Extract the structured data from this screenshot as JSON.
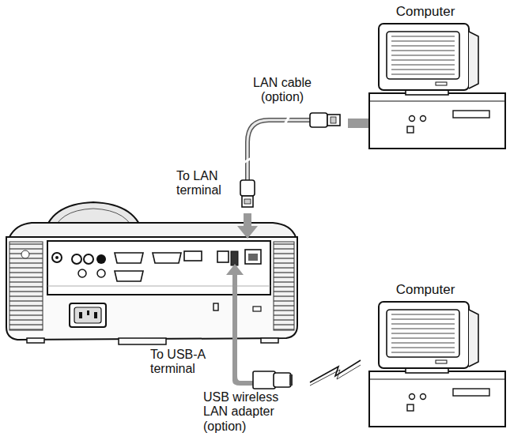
{
  "diagram": {
    "nodes": [
      {
        "text": [
          "Computer"
        ]
      },
      {
        "text": [
          "Computer"
        ]
      }
    ],
    "labels": [
      "LAN cable (option)",
      "To LAN terminal",
      "To USB-A terminal",
      "USB wireless LAN adapter (option)"
    ]
  }
}
